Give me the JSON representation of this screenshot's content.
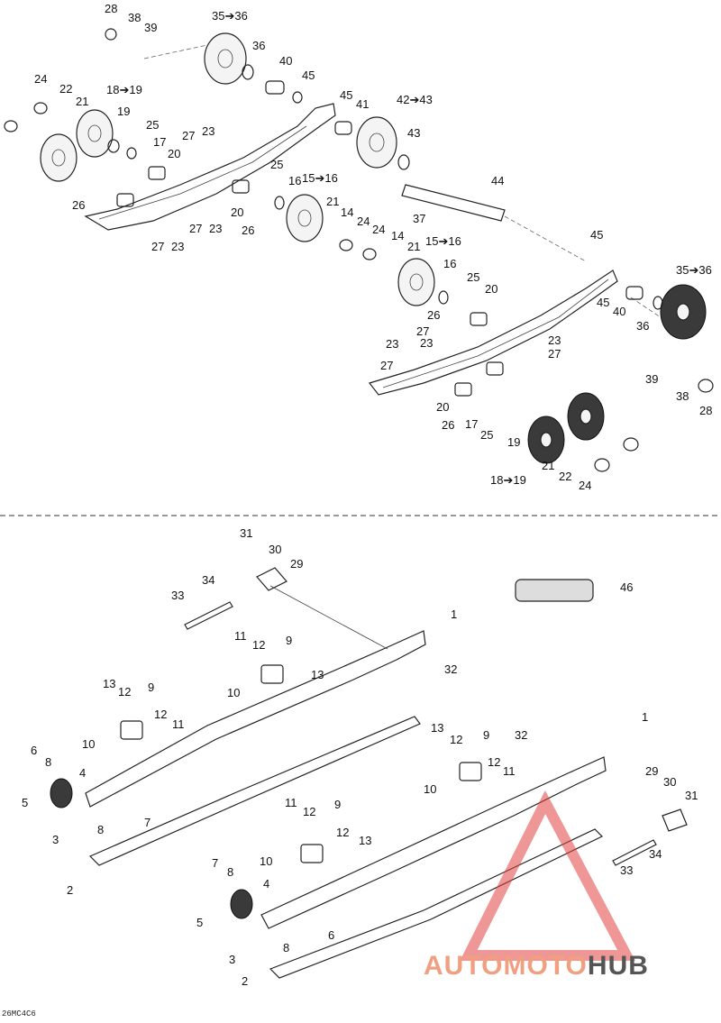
{
  "document_code": "26MC4C6",
  "watermark": {
    "text_main": "AUTOMOTO",
    "text_accent": "HUB",
    "colors": {
      "main": "#f0a080",
      "accent": "#555555",
      "triangle": "#e24040"
    }
  },
  "callouts_upper": [
    {
      "id": "u1",
      "text": "28"
    },
    {
      "id": "u2",
      "text": "38"
    },
    {
      "id": "u3",
      "text": "39"
    },
    {
      "id": "u4",
      "text": "35➔36"
    },
    {
      "id": "u5",
      "text": "36"
    },
    {
      "id": "u6",
      "text": "40"
    },
    {
      "id": "u7",
      "text": "45"
    },
    {
      "id": "u8",
      "text": "24"
    },
    {
      "id": "u9",
      "text": "22"
    },
    {
      "id": "u10",
      "text": "21"
    },
    {
      "id": "u11",
      "text": "18➔19"
    },
    {
      "id": "u12",
      "text": "19"
    },
    {
      "id": "u13",
      "text": "25"
    },
    {
      "id": "u14",
      "text": "17"
    },
    {
      "id": "u15",
      "text": "20"
    },
    {
      "id": "u16",
      "text": "27"
    },
    {
      "id": "u17",
      "text": "23"
    },
    {
      "id": "u18",
      "text": "45"
    },
    {
      "id": "u19",
      "text": "41"
    },
    {
      "id": "u20",
      "text": "42➔43"
    },
    {
      "id": "u21",
      "text": "43"
    },
    {
      "id": "u22",
      "text": "26"
    },
    {
      "id": "u23",
      "text": "25"
    },
    {
      "id": "u24",
      "text": "16"
    },
    {
      "id": "u25",
      "text": "15➔16"
    },
    {
      "id": "u26",
      "text": "20"
    },
    {
      "id": "u27",
      "text": "26"
    },
    {
      "id": "u28",
      "text": "27"
    },
    {
      "id": "u29",
      "text": "23"
    },
    {
      "id": "u30",
      "text": "21"
    },
    {
      "id": "u31",
      "text": "14"
    },
    {
      "id": "u32",
      "text": "24"
    },
    {
      "id": "u33",
      "text": "27"
    },
    {
      "id": "u34",
      "text": "23"
    },
    {
      "id": "u35",
      "text": "44"
    },
    {
      "id": "u36",
      "text": "37"
    },
    {
      "id": "u37",
      "text": "24"
    },
    {
      "id": "u38",
      "text": "14"
    },
    {
      "id": "u39",
      "text": "21"
    },
    {
      "id": "u40",
      "text": "15➔16"
    },
    {
      "id": "u41",
      "text": "45"
    },
    {
      "id": "u42",
      "text": "35➔36"
    },
    {
      "id": "u43",
      "text": "16"
    },
    {
      "id": "u44",
      "text": "25"
    },
    {
      "id": "u45",
      "text": "20"
    },
    {
      "id": "u46",
      "text": "26"
    },
    {
      "id": "u47",
      "text": "45"
    },
    {
      "id": "u48",
      "text": "40"
    },
    {
      "id": "u49",
      "text": "36"
    },
    {
      "id": "u50",
      "text": "23"
    },
    {
      "id": "u51",
      "text": "27"
    },
    {
      "id": "u52",
      "text": "23"
    },
    {
      "id": "u53",
      "text": "27"
    },
    {
      "id": "u54",
      "text": "23"
    },
    {
      "id": "u55",
      "text": "27"
    },
    {
      "id": "u56",
      "text": "20"
    },
    {
      "id": "u57",
      "text": "26"
    },
    {
      "id": "u58",
      "text": "17"
    },
    {
      "id": "u59",
      "text": "25"
    },
    {
      "id": "u60",
      "text": "19"
    },
    {
      "id": "u61",
      "text": "21"
    },
    {
      "id": "u62",
      "text": "22"
    },
    {
      "id": "u63",
      "text": "24"
    },
    {
      "id": "u64",
      "text": "18➔19"
    },
    {
      "id": "u65",
      "text": "39"
    },
    {
      "id": "u66",
      "text": "38"
    },
    {
      "id": "u67",
      "text": "28"
    }
  ],
  "callouts_lower": [
    {
      "id": "l1",
      "text": "31"
    },
    {
      "id": "l2",
      "text": "30"
    },
    {
      "id": "l3",
      "text": "29"
    },
    {
      "id": "l4",
      "text": "34"
    },
    {
      "id": "l5",
      "text": "33"
    },
    {
      "id": "l6",
      "text": "46"
    },
    {
      "id": "l7",
      "text": "1"
    },
    {
      "id": "l8",
      "text": "11"
    },
    {
      "id": "l9",
      "text": "12"
    },
    {
      "id": "l10",
      "text": "9"
    },
    {
      "id": "l11",
      "text": "32"
    },
    {
      "id": "l12",
      "text": "13"
    },
    {
      "id": "l13",
      "text": "10"
    },
    {
      "id": "l14",
      "text": "13"
    },
    {
      "id": "l15",
      "text": "12"
    },
    {
      "id": "l16",
      "text": "9"
    },
    {
      "id": "l17",
      "text": "12"
    },
    {
      "id": "l18",
      "text": "11"
    },
    {
      "id": "l19",
      "text": "10"
    },
    {
      "id": "l20",
      "text": "1"
    },
    {
      "id": "l21",
      "text": "32"
    },
    {
      "id": "l22",
      "text": "13"
    },
    {
      "id": "l23",
      "text": "12"
    },
    {
      "id": "l24",
      "text": "9"
    },
    {
      "id": "l25",
      "text": "12"
    },
    {
      "id": "l26",
      "text": "11"
    },
    {
      "id": "l27",
      "text": "10"
    },
    {
      "id": "l28",
      "text": "6"
    },
    {
      "id": "l29",
      "text": "8"
    },
    {
      "id": "l30",
      "text": "4"
    },
    {
      "id": "l31",
      "text": "5"
    },
    {
      "id": "l32",
      "text": "3"
    },
    {
      "id": "l33",
      "text": "8"
    },
    {
      "id": "l34",
      "text": "7"
    },
    {
      "id": "l35",
      "text": "2"
    },
    {
      "id": "l36",
      "text": "29"
    },
    {
      "id": "l37",
      "text": "30"
    },
    {
      "id": "l38",
      "text": "31"
    },
    {
      "id": "l39",
      "text": "33"
    },
    {
      "id": "l40",
      "text": "34"
    },
    {
      "id": "l41",
      "text": "11"
    },
    {
      "id": "l42",
      "text": "12"
    },
    {
      "id": "l43",
      "text": "9"
    },
    {
      "id": "l44",
      "text": "12"
    },
    {
      "id": "l45",
      "text": "13"
    },
    {
      "id": "l46",
      "text": "10"
    },
    {
      "id": "l47",
      "text": "7"
    },
    {
      "id": "l48",
      "text": "8"
    },
    {
      "id": "l49",
      "text": "4"
    },
    {
      "id": "l50",
      "text": "5"
    },
    {
      "id": "l51",
      "text": "3"
    },
    {
      "id": "l52",
      "text": "8"
    },
    {
      "id": "l53",
      "text": "6"
    },
    {
      "id": "l54",
      "text": "2"
    }
  ]
}
